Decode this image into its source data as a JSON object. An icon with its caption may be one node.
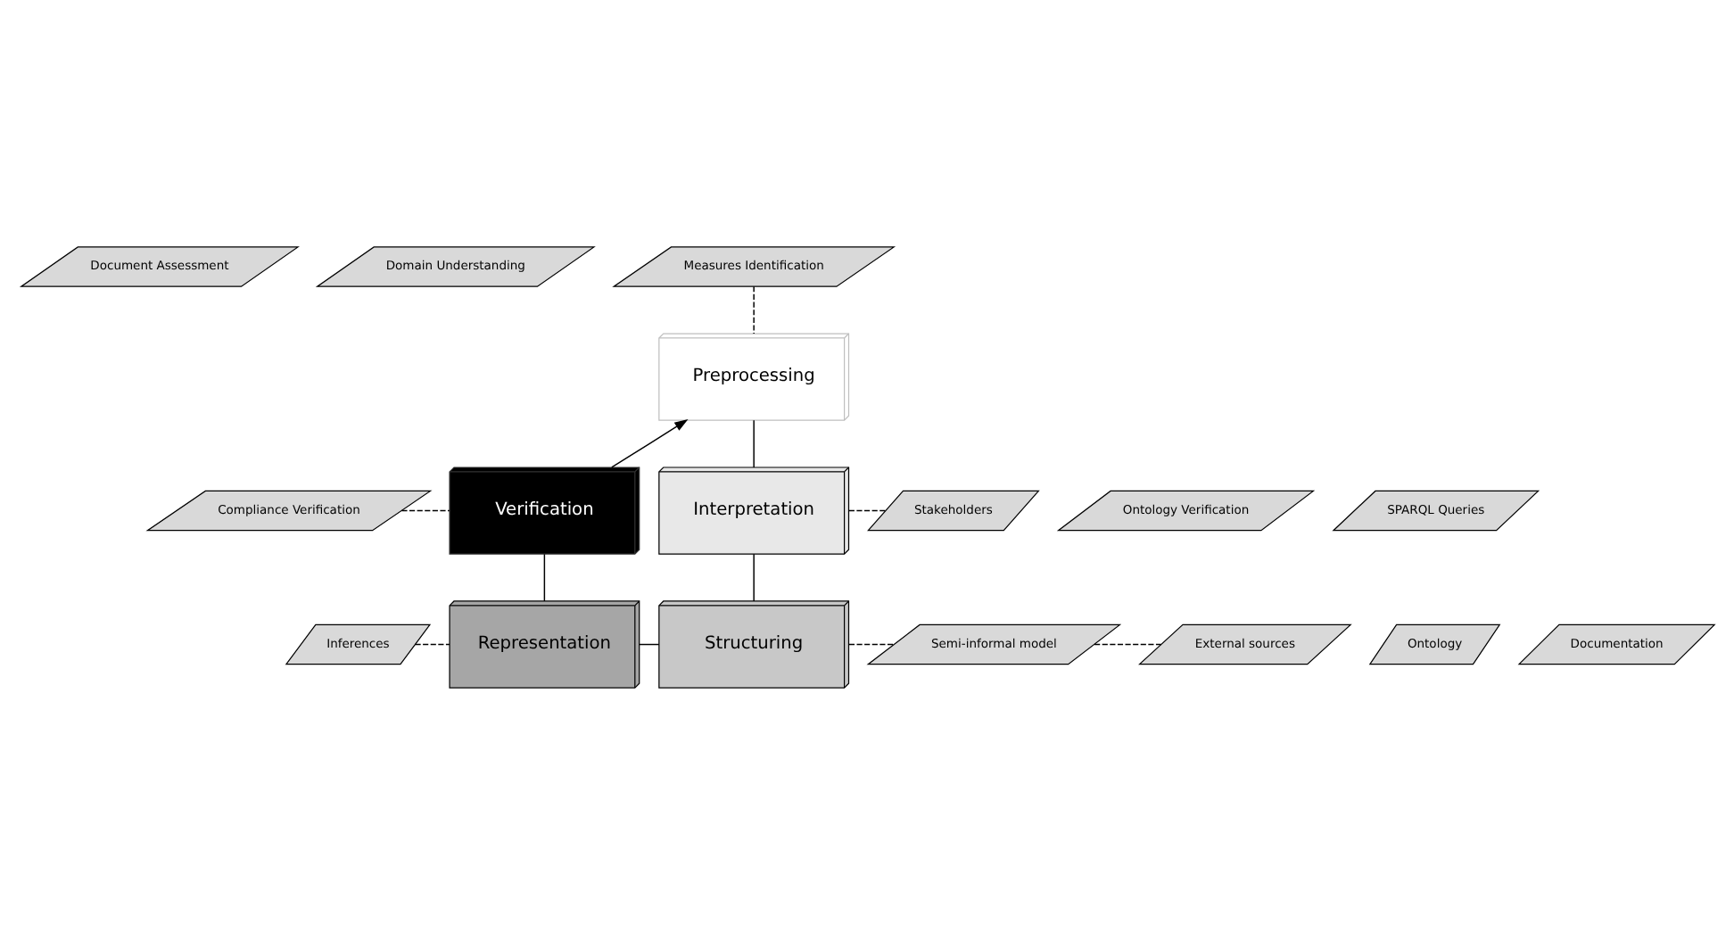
{
  "diagram": {
    "nodes": [
      {
        "text": [
          "Document Assessment"
        ]
      },
      {
        "text": [
          "Domain Understanding"
        ]
      },
      {
        "text": [
          "Measures Identification"
        ]
      },
      {
        "text": [
          "Preprocessing"
        ]
      },
      {
        "text": [
          "Ontology Verification"
        ]
      },
      {
        "text": [
          "Compliance Verification"
        ]
      },
      {
        "text": [
          "SPARQL Queries"
        ]
      },
      {
        "text": [
          "Verification"
        ]
      },
      {
        "text": [
          "Interpretation"
        ]
      },
      {
        "text": [
          "Stakeholders"
        ]
      },
      {
        "text": [
          "Ontology"
        ]
      },
      {
        "text": [
          "Inferences"
        ]
      },
      {
        "text": [
          "Documentation"
        ]
      },
      {
        "text": [
          "Representation"
        ]
      },
      {
        "text": [
          "Structuring"
        ]
      },
      {
        "text": [
          "Semi-informal model"
        ]
      },
      {
        "text": [
          "External sources"
        ]
      }
    ],
    "edges": [
      {
        "from": 2,
        "to": 3,
        "arrow": "none",
        "style": "dashed"
      },
      {
        "from": 7,
        "to": 3,
        "arrow": "to"
      },
      {
        "from": 3,
        "to": 8,
        "arrow": "none"
      },
      {
        "from": 5,
        "to": 7,
        "arrow": "none",
        "style": "dashed"
      },
      {
        "from": 8,
        "to": 9,
        "arrow": "none",
        "style": "dashed"
      },
      {
        "from": 7,
        "to": 13,
        "arrow": "none"
      },
      {
        "from": 8,
        "to": 14,
        "arrow": "none"
      },
      {
        "from": 11,
        "to": 13,
        "arrow": "none",
        "style": "dashed"
      },
      {
        "from": 13,
        "to": 14,
        "arrow": "none"
      },
      {
        "from": 14,
        "to": 15,
        "arrow": "none",
        "style": "dashed"
      },
      {
        "from": 15,
        "to": 16,
        "arrow": "none",
        "style": "dashed"
      }
    ]
  }
}
